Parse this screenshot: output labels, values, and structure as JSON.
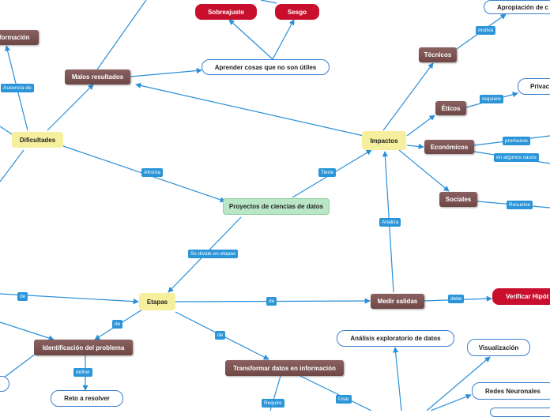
{
  "nodes": {
    "center": "Proyectos de ciencias de datos",
    "dificultades": "Dificultades",
    "impactos": "Impactos",
    "etapas": "Etapas",
    "malos_resultados": "Malos resultados",
    "informacion": "nformación",
    "aprender": "Aprender cosas que no son útiles",
    "sobreajuste": "Sobreajuste",
    "sesgo": "Sesgo",
    "tecnicos": "Técnicos",
    "apropiacion": "Apropiación de c",
    "eticos": "Éticos",
    "privacidad": "Privac",
    "economicos": "Económicos",
    "sociales": "Sociales",
    "medir_salidas": "Medir salidas",
    "verificar": "Verificar Hipót",
    "identificacion": "Identificación del problema",
    "reto": "Reto a resolver",
    "transformar": "Transformar datos en información",
    "analisis": "Análisis exploratorio de datos",
    "visualizacion": "Visualización",
    "redes": "Redes Neuronales"
  },
  "labels": {
    "afronta": "Afronta",
    "tiene": "Tiene",
    "se_divide": "Se divide en etapas",
    "ausencia": "Ausencia de",
    "motiva": "motiva",
    "requiere": "requiere",
    "promueve": "promueve",
    "en_algunos": "en algunos casos",
    "resuelve": "Resuelve",
    "analiza": "Analiza",
    "debe": "debe",
    "de_left": "de",
    "de_medir": "de",
    "de_ident": "de",
    "de_transf": "de",
    "definir": "definir",
    "requiere2": "Require",
    "usar": "Usar"
  },
  "colors": {
    "edge": "#2a8fd8",
    "yellow": "#f6ef9e",
    "brown": "#7a5352",
    "red": "#c8102e",
    "green": "#b9e6c6",
    "label": "#2a95d8"
  }
}
